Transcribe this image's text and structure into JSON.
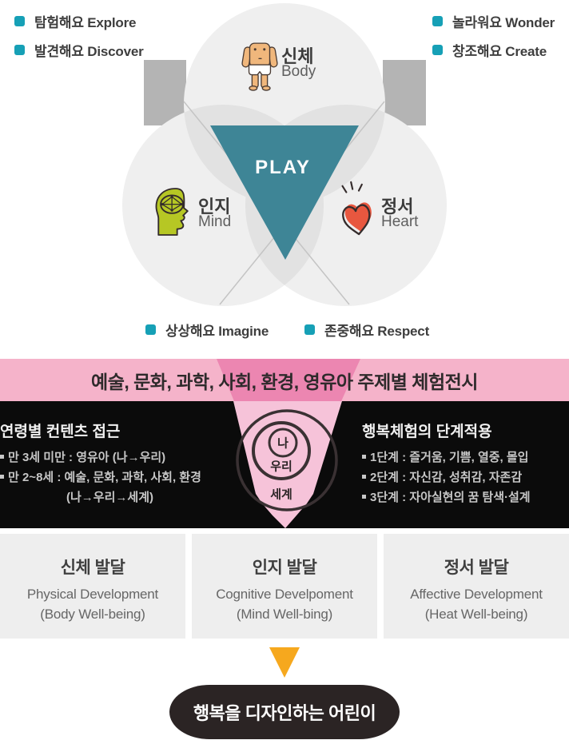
{
  "diagram": {
    "play_label": "PLAY",
    "corner_labels": {
      "top_left": [
        {
          "label": "탐험해요 Explore"
        },
        {
          "label": "발견해요 Discover"
        }
      ],
      "top_right": [
        {
          "label": "놀라워요 Wonder"
        },
        {
          "label": "창조해요 Create"
        }
      ],
      "bottom": [
        {
          "label": "상상해요 Imagine"
        },
        {
          "label": "존중해요 Respect"
        }
      ]
    },
    "nodes": {
      "body": {
        "kr": "신체",
        "en": "Body",
        "icon": "baby-body-icon"
      },
      "mind": {
        "kr": "인지",
        "en": "Mind",
        "icon": "brain-head-icon"
      },
      "heart": {
        "kr": "정서",
        "en": "Heart",
        "icon": "heart-icon"
      }
    }
  },
  "banner": {
    "title": "예술, 문화, 과학, 사회, 환경, 영유아 주제별 체험전시"
  },
  "approach": {
    "title": "연령별 컨텐츠 접근",
    "items": [
      {
        "text": "만 3세 미만 : 영유아 (나→우리)"
      },
      {
        "text": "만 2~8세 : 예술, 문화, 과학, 사회, 환경"
      },
      {
        "text": "(나→우리→세계)"
      }
    ]
  },
  "stages": {
    "title": "행복체험의 단계적용",
    "items": [
      {
        "text": "1단계 : 즐거움, 기쁨, 열중, 몰입"
      },
      {
        "text": "2단계 : 자신감, 성취감, 자존감"
      },
      {
        "text": "3단계 : 자아실현의 꿈 탐색·설계"
      }
    ]
  },
  "funnel": {
    "rings": [
      "나",
      "우리",
      "세계"
    ]
  },
  "development": [
    {
      "kr": "신체 발달",
      "en_line1": "Physical Development",
      "en_line2": "(Body Well-being)"
    },
    {
      "kr": "인지 발달",
      "en_line1": "Cognitive Develpoment",
      "en_line2": "(Mind Well-bing)"
    },
    {
      "kr": "정서 발달",
      "en_line1": "Affective Development",
      "en_line2": "(Heat Well-being)"
    }
  ],
  "conclusion": {
    "label": "행복을 디자인하는 어린이"
  },
  "colors": {
    "teal_triangle": "#3e8596",
    "bullet_teal": "#16a0b6",
    "pink_banner": "#f5b3ca",
    "pink_funnel": "#ec86b1",
    "pink_triangle": "#f6c3d9",
    "band_bg": "#0b0b0b",
    "box_bg": "#eeeeee",
    "orange_arrow": "#f6a81e",
    "blob_bg": "#2b2424",
    "heart_red": "#e8573f",
    "brain_green": "#b6c724",
    "skin": "#f0b77c",
    "circle_gray": "#efefef",
    "overlap_gray": "#e2e2e2",
    "rect_gray": "#b4b4b4"
  }
}
